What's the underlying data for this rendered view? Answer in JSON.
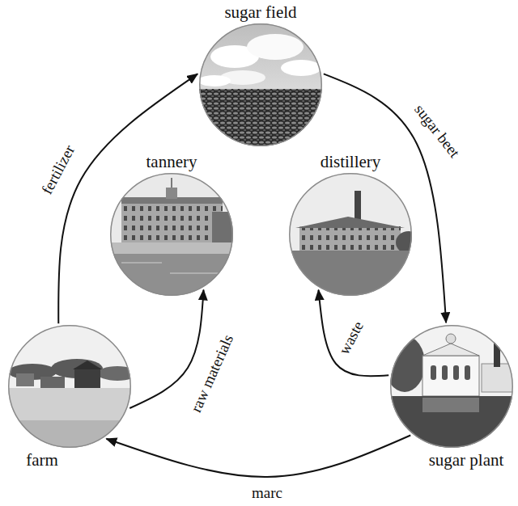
{
  "diagram": {
    "nodes": [
      {
        "text": [
          "sugar field"
        ]
      },
      {
        "text": [
          "tannery"
        ]
      },
      {
        "text": [
          "distillery"
        ]
      },
      {
        "text": [
          "farm"
        ]
      },
      {
        "text": [
          "sugar plant"
        ]
      }
    ],
    "edges": [
      {
        "from": 0,
        "to": 4,
        "label": "sugar beet",
        "arrow": "to"
      },
      {
        "from": 4,
        "to": 2,
        "label": "waste",
        "arrow": "to"
      },
      {
        "from": 4,
        "to": 3,
        "label": "marc",
        "arrow": "to"
      },
      {
        "from": 3,
        "to": 1,
        "label": "raw materials",
        "arrow": "to"
      },
      {
        "from": 3,
        "to": 0,
        "label": "fertilizer",
        "arrow": "to"
      }
    ]
  }
}
